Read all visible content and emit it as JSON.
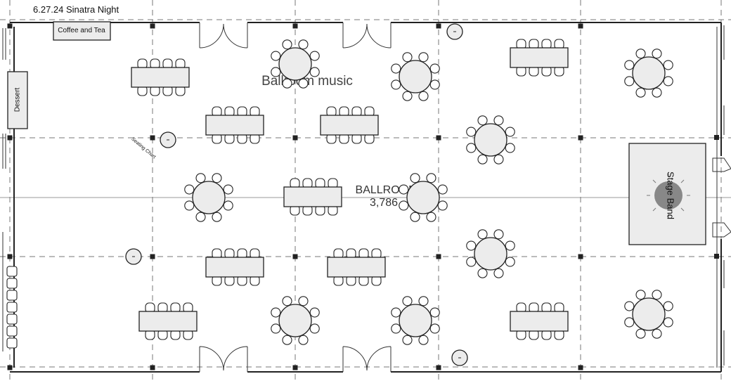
{
  "header": {
    "title": "6.27.24 Sinatra Night"
  },
  "room": {
    "name": "BALLROOM",
    "area": "3,786"
  },
  "stations": {
    "coffee": "Coffee and Tea",
    "dessert": "Dessert",
    "music": "Ballroom music",
    "seating_chart": "Seating Chart",
    "stage": "Stage Band"
  },
  "colors": {
    "table_fill": "#ececec",
    "line": "#222222",
    "stage_fill": "#ececec",
    "disco_ball": "#888888"
  },
  "icons": [
    "disco-ball-icon",
    "door-icon",
    "column-icon",
    "chair-icon"
  ]
}
